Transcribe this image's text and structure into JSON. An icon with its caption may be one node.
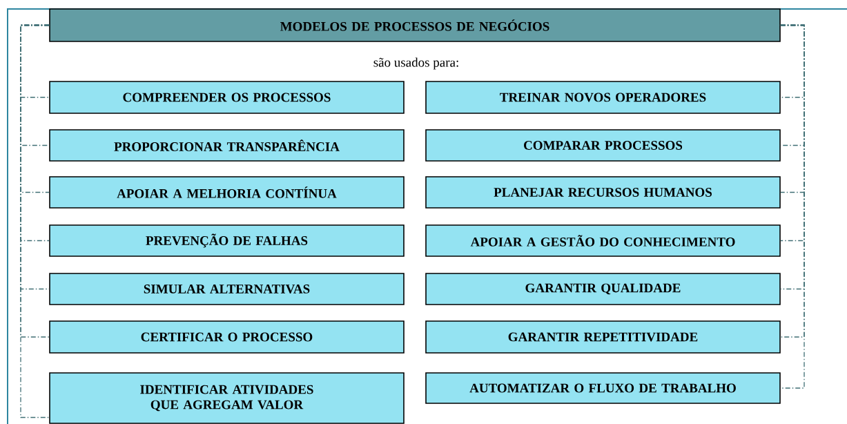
{
  "diagram": {
    "nodes": [
      {
        "text": [
          "MODELOS DE PROCESSOS DE NEGÓCIOS"
        ]
      },
      {
        "text": [
          "COMPREENDER OS PROCESSOS"
        ]
      },
      {
        "text": [
          "TREINAR NOVOS OPERADORES"
        ]
      },
      {
        "text": [
          "PROPORCIONAR TRANSPARÊNCIA"
        ]
      },
      {
        "text": [
          "COMPARAR PROCESSOS"
        ]
      },
      {
        "text": [
          "APOIAR A MELHORIA CONTÍNUA"
        ]
      },
      {
        "text": [
          "PLANEJAR RECURSOS HUMANOS"
        ]
      },
      {
        "text": [
          "PREVENÇÃO DE FALHAS"
        ]
      },
      {
        "text": [
          "APOIAR A GESTÃO DO CONHECIMENTO"
        ]
      },
      {
        "text": [
          "SIMULAR ALTERNATIVAS"
        ]
      },
      {
        "text": [
          "GARANTIR QUALIDADE"
        ]
      },
      {
        "text": [
          "CERTIFICAR O PROCESSO"
        ]
      },
      {
        "text": [
          "GARANTIR REPETITIVIDADE"
        ]
      },
      {
        "text": [
          "IDENTIFICAR ATIVIDADES QUE AGREGAM VALOR"
        ]
      },
      {
        "text": [
          "AUTOMATIZAR O FLUXO DE TRABALHO"
        ]
      }
    ],
    "edges": [
      {
        "from": 0,
        "to": 1,
        "arrow": "none",
        "style": "dashed"
      },
      {
        "from": 0,
        "to": 2,
        "arrow": "none",
        "style": "dashed"
      },
      {
        "from": 0,
        "to": 3,
        "arrow": "none",
        "style": "dashed"
      },
      {
        "from": 0,
        "to": 4,
        "arrow": "none",
        "style": "dashed"
      },
      {
        "from": 0,
        "to": 5,
        "arrow": "none",
        "style": "dashed"
      },
      {
        "from": 0,
        "to": 6,
        "arrow": "none",
        "style": "dashed"
      },
      {
        "from": 0,
        "to": 7,
        "arrow": "none",
        "style": "dashed"
      },
      {
        "from": 0,
        "to": 8,
        "arrow": "none",
        "style": "dashed"
      },
      {
        "from": 0,
        "to": 9,
        "arrow": "none",
        "style": "dashed"
      },
      {
        "from": 0,
        "to": 10,
        "arrow": "none",
        "style": "dashed"
      },
      {
        "from": 0,
        "to": 11,
        "arrow": "none",
        "style": "dashed"
      },
      {
        "from": 0,
        "to": 12,
        "arrow": "none",
        "style": "dashed"
      },
      {
        "from": 0,
        "to": 13,
        "arrow": "none",
        "style": "dashed"
      },
      {
        "from": 0,
        "to": 14,
        "arrow": "none",
        "style": "dashed"
      }
    ],
    "labels": [
      "são usados para:"
    ]
  }
}
